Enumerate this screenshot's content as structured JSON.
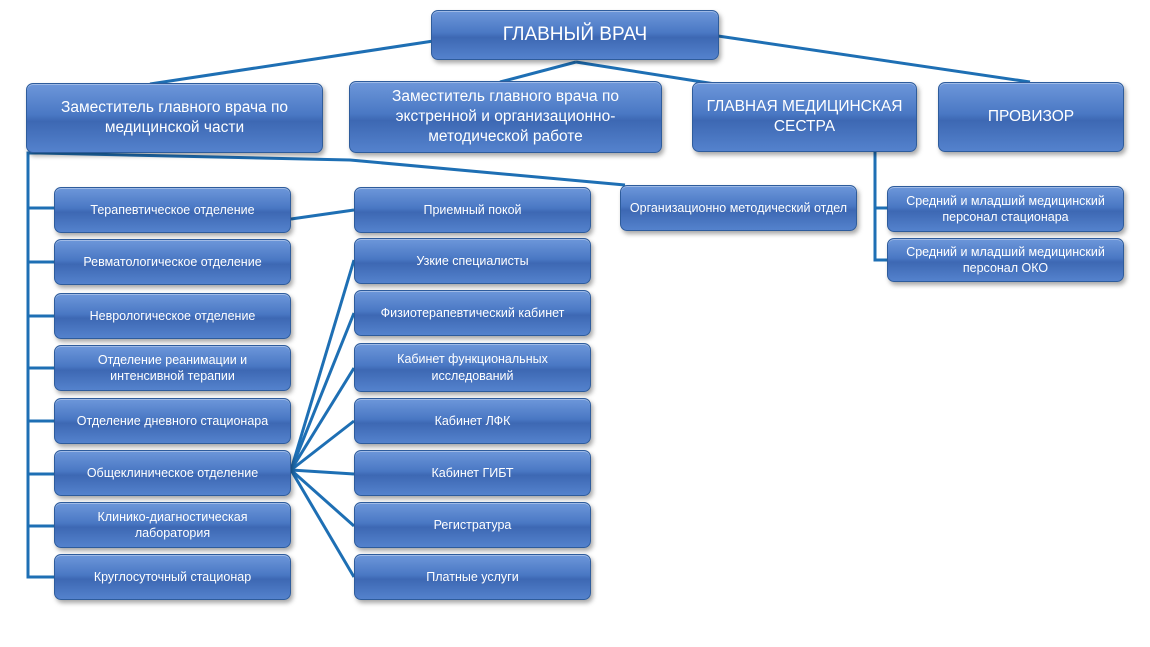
{
  "chief": "ГЛАВНЫЙ ВРАЧ",
  "level1": {
    "deputy_medical": "Заместитель главного врача по медицинской части",
    "deputy_emergency": "Заместитель главного врача по экстренной и организационно-методической работе",
    "head_nurse": "ГЛАВНАЯ МЕДИЦИНСКАЯ СЕСТРА",
    "pharmacist": "ПРОВИЗОР"
  },
  "departments": [
    "Терапевтическое отделение",
    "Ревматологическое отделение",
    "Неврологическое отделение",
    "Отделение реанимации и интенсивной терапии",
    "Отделение дневного стационара",
    "Общеклиническое отделение",
    "Клинико-диагностическая лаборатория",
    "Круглосуточный стационар"
  ],
  "services": [
    "Приемный покой",
    "Узкие специалисты",
    "Физиотерапевтический кабинет",
    "Кабинет функциональных исследований",
    "Кабинет ЛФК",
    "Кабинет ГИБТ",
    "Регистратура",
    "Платные услуги"
  ],
  "method_dept": "Организационно методический отдел",
  "nursing_staff": [
    "Средний и младший медицинский персонал стационара",
    "Средний и младший медицинский персонал ОКО"
  ]
}
